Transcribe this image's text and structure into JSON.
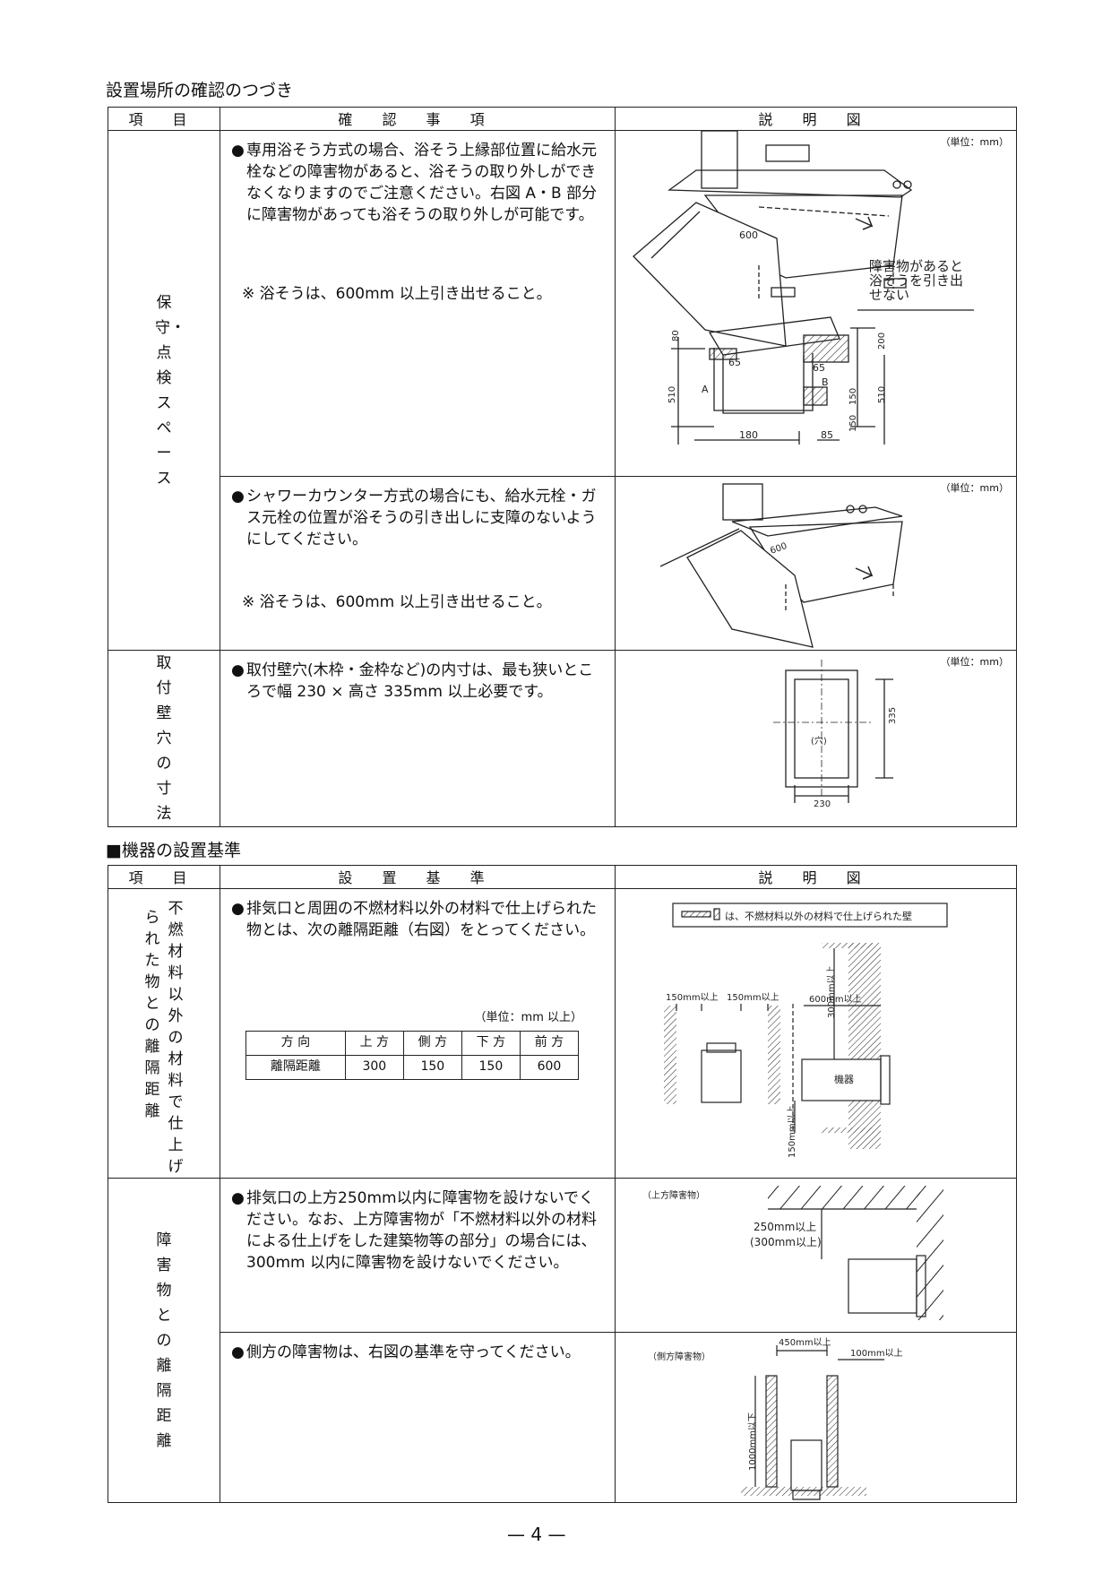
{
  "section1": {
    "title": "設置場所の確認のつづき",
    "headers": [
      "項 目",
      "確 認 事 項",
      "説 明 図"
    ],
    "rows": [
      {
        "label": "保守・点検スペース",
        "items": [
          {
            "text": "専用浴そう方式の場合、浴そう上縁部位置に給水元栓などの障害物があると、浴そうの取り外しができなくなりますのでご注意ください。右図 A・B 部分に障害物があっても浴そうの取り外しが可能です。",
            "note": "※ 浴そうは、600mm 以上引き出せること。",
            "unit": "（単位：mm）",
            "fig": {
              "dim_pull": "600",
              "callout_lines": [
                "障害物があると",
                "浴そうを引き出",
                "せない"
              ],
              "dims": [
                "80",
                "65",
                "65",
                "200",
                "510",
                "150",
                "150",
                "510",
                "180",
                "85"
              ],
              "point_a": "A",
              "point_b": "B"
            }
          },
          {
            "text": "シャワーカウンター方式の場合にも、給水元栓・ガス元栓の位置が浴そうの引き出しに支障のないようにしてください。",
            "note": "※ 浴そうは、600mm 以上引き出せること。",
            "unit": "（単位：mm）",
            "fig": {
              "dim_pull": "600"
            }
          }
        ]
      },
      {
        "label": "取付壁穴の寸法",
        "items": [
          {
            "text": "取付壁穴(木枠・金枠など)の内寸は、最も狭いところで幅 230 × 高さ 335mm 以上必要です。",
            "unit": "（単位：mm）",
            "fig": {
              "hole": "(穴)",
              "height": "335",
              "width": "230"
            }
          }
        ]
      }
    ]
  },
  "section2": {
    "title": "■機器の設置基準",
    "headers": [
      "項 目",
      "設 置 基 準",
      "説 明 図"
    ],
    "row1": {
      "label_col1": "不燃材料以外の材料で仕上げ",
      "label_col2": "られた物との離隔距離",
      "text": "排気口と周囲の不燃材料以外の材料で仕上げられた物とは、次の離隔距離（右図）をとってください。",
      "table_unit": "（単位：mm 以上）",
      "table_head": [
        "方 向",
        "上 方",
        "側 方",
        "下 方",
        "前 方"
      ],
      "table_row": [
        "離隔距離",
        "300",
        "150",
        "150",
        "600"
      ],
      "fig": {
        "legend": "は、不燃材料以外の材料で仕上げられた壁",
        "left_dim1": "150mm以上",
        "left_dim2": "150mm以上",
        "dim_front": "600mm以上",
        "dim_top": "300mm以上",
        "dim_bottom": "150mm以上",
        "unit_label": "機器"
      }
    },
    "row2": {
      "label": "障害物との離隔距離",
      "items": [
        {
          "text": "排気口の上方250mm以内に障害物を設けないでください。なお、上方障害物が「不燃材料以外の材料による仕上げをした建築物等の部分」の場合には、300mm 以内に障害物を設けないでください。",
          "fig": {
            "caption": "（上方障害物）",
            "dim1": "250mm以上",
            "dim2": "(300mm以上)"
          }
        },
        {
          "text": "側方の障害物は、右図の基準を守ってください。",
          "fig": {
            "caption": "（側方障害物）",
            "dim_w": "450mm以上",
            "dim_side": "100mm以上",
            "dim_h": "1000mm以下"
          }
        }
      ]
    }
  },
  "page_number": "— 4 —"
}
